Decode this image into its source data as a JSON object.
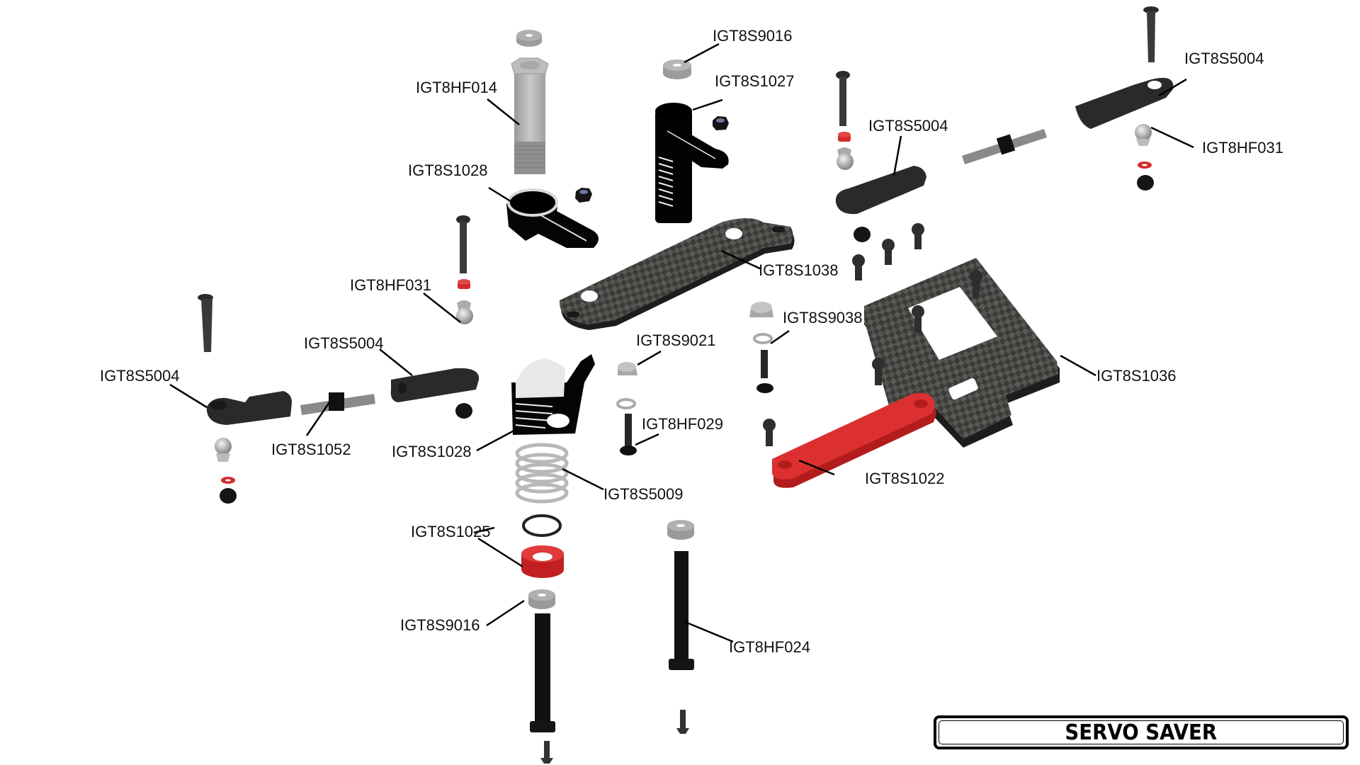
{
  "title": "SERVO SAVER",
  "colors": {
    "black_part": "#0b0b0b",
    "dark_part": "#2b2b2b",
    "carbon": "#3a3a3a",
    "red_part": "#d92b2b",
    "silver": "#b9b9b9",
    "label": "#111111"
  },
  "callouts": [
    {
      "id": "c1",
      "text": "IGT8S9016"
    },
    {
      "id": "c2",
      "text": "IGT8HF014"
    },
    {
      "id": "c3",
      "text": "IGT8S1027"
    },
    {
      "id": "c4",
      "text": "IGT8S1028"
    },
    {
      "id": "c5",
      "text": "IGT8S5004"
    },
    {
      "id": "c6",
      "text": "IGT8S5004"
    },
    {
      "id": "c7",
      "text": "IGT8HF031"
    },
    {
      "id": "c8",
      "text": "IGT8HF031"
    },
    {
      "id": "c9",
      "text": "IGT8S1038"
    },
    {
      "id": "c10",
      "text": "IGT8S9038"
    },
    {
      "id": "c11",
      "text": "IGT8S9021"
    },
    {
      "id": "c12",
      "text": "IGT8S5004"
    },
    {
      "id": "c13",
      "text": "IGT8S5004"
    },
    {
      "id": "c14",
      "text": "IGT8S1036"
    },
    {
      "id": "c15",
      "text": "IGT8HF029"
    },
    {
      "id": "c16",
      "text": "IGT8S1052"
    },
    {
      "id": "c17",
      "text": "IGT8S1028"
    },
    {
      "id": "c18",
      "text": "IGT8S1022"
    },
    {
      "id": "c19",
      "text": "IGT8S5009"
    },
    {
      "id": "c20",
      "text": "IGT8S1025"
    },
    {
      "id": "c21",
      "text": "IGT8S9016"
    },
    {
      "id": "c22",
      "text": "IGT8HF024"
    }
  ]
}
